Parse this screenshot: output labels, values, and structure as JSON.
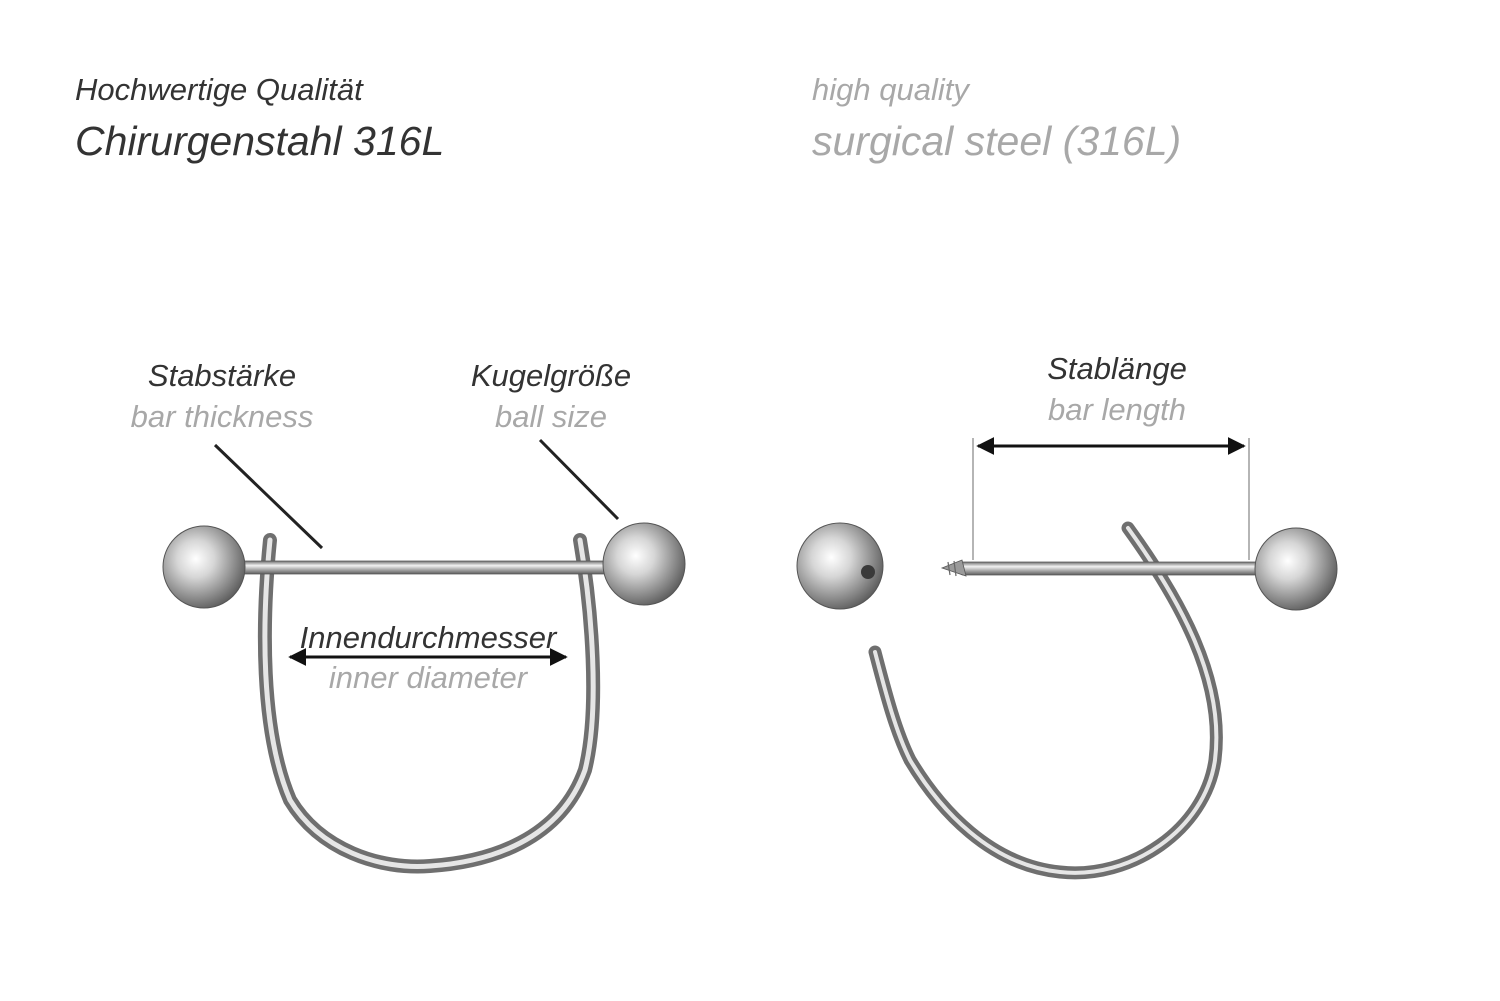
{
  "header": {
    "de_line1": "Hochwertige Qualität",
    "de_line2": "Chirurgenstahl 316L",
    "en_line1": "high quality",
    "en_line2": "surgical steel (316L)"
  },
  "labels": {
    "bar_thickness": {
      "de": "Stabstärke",
      "en": "bar thickness"
    },
    "ball_size": {
      "de": "Kugelgröße",
      "en": "ball size"
    },
    "inner_diameter": {
      "de": "Innendurchmesser",
      "en": "inner diameter"
    },
    "bar_length": {
      "de": "Stablänge",
      "en": "bar length"
    }
  },
  "colors": {
    "german_text": "#333333",
    "english_text": "#a8a8a8",
    "steel": "#9a9a9a"
  }
}
